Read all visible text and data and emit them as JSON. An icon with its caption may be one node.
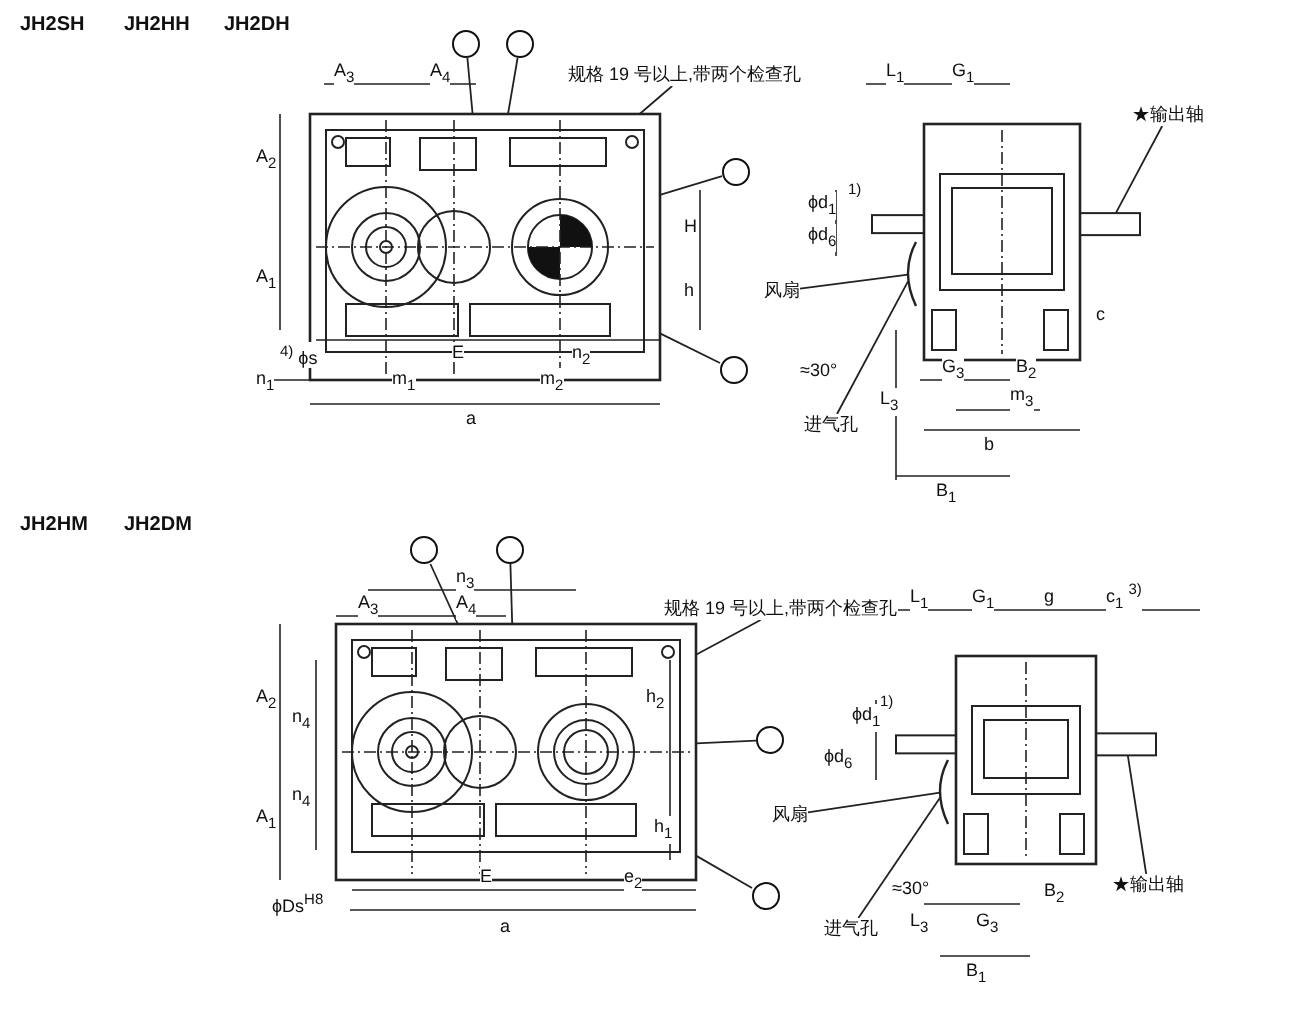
{
  "diagram": {
    "nodes": [
      {
        "text": [],
        "shape": "circle"
      },
      {
        "text": [],
        "shape": "circle"
      },
      {
        "text": [
          "规格 19 号以上,带两个检查孔"
        ]
      },
      {
        "text": [],
        "shape": "circle"
      },
      {
        "text": [],
        "shape": "circle"
      },
      {
        "text": [
          "★输出轴"
        ]
      },
      {
        "text": [
          "风扇"
        ]
      },
      {
        "text": [
          "进气孔"
        ]
      },
      {
        "text": [],
        "shape": "circle"
      },
      {
        "text": [],
        "shape": "circle"
      },
      {
        "text": [
          "规格 19 号以上,带两个检查孔"
        ]
      },
      {
        "text": [],
        "shape": "circle"
      },
      {
        "text": [],
        "shape": "circle"
      },
      {
        "text": [
          "风扇"
        ]
      },
      {
        "text": [
          "进气孔"
        ]
      },
      {
        "text": [
          "★输出轴"
        ]
      },
      {
        "text": [],
        "shape": "box"
      },
      {
        "text": [],
        "shape": "bar"
      },
      {
        "text": [],
        "shape": "picture"
      },
      {
        "text": [],
        "shape": "box"
      },
      {
        "text": [],
        "shape": "bar"
      },
      {
        "text": [],
        "shape": "picture"
      }
    ],
    "edges": [
      {
        "from": 0,
        "to": 16,
        "arrow": "none"
      },
      {
        "from": 1,
        "to": 16,
        "arrow": "none"
      },
      {
        "from": 2,
        "to": 16,
        "arrow": "none"
      },
      {
        "from": 3,
        "to": 16,
        "arrow": "none"
      },
      {
        "from": 4,
        "to": 16,
        "arrow": "none"
      },
      {
        "from": 5,
        "to": 17,
        "arrow": "none"
      },
      {
        "from": 6,
        "to": 18,
        "arrow": "none"
      },
      {
        "from": 7,
        "to": 18,
        "arrow": "none"
      },
      {
        "from": 8,
        "to": 19,
        "arrow": "none"
      },
      {
        "from": 9,
        "to": 19,
        "arrow": "none"
      },
      {
        "from": 10,
        "to": 19,
        "arrow": "none"
      },
      {
        "from": 11,
        "to": 19,
        "arrow": "none"
      },
      {
        "from": 12,
        "to": 19,
        "arrow": "none"
      },
      {
        "from": 13,
        "to": 21,
        "arrow": "none"
      },
      {
        "from": 14,
        "to": 21,
        "arrow": "none"
      },
      {
        "from": 15,
        "to": 20,
        "arrow": "none"
      }
    ],
    "labels": [
      "JH2SH",
      "JH2HH",
      "JH2DH",
      "A$_{3}$",
      "A$_{4}$",
      "A$_{2}$",
      "A$_{1}$",
      "H",
      "h",
      "$^{4)}$ ϕs",
      "E",
      "n$_{2}$",
      "n$_{1}$",
      "m$_{1}$",
      "m$_{2}$",
      "a",
      "L$_{1}$",
      "G$_{1}$",
      "ϕd$_{1}$",
      "$^{1)}$",
      "ϕd$_{6}$",
      "c",
      "≈30°",
      "B$_{2}$",
      "L$_{3}$",
      "G$_{3}$",
      "m$_{3}$",
      "b",
      "B$_{1}$",
      "JH2HM",
      "JH2DM",
      "n$_{3}$",
      "A$_{3}$",
      "A$_{4}$",
      "A$_{2}$",
      "n$_{4}$",
      "n$_{4}$",
      "A$_{1}$",
      "h$_{2}$",
      "h$_{1}$",
      "ϕDs$^{H8}$",
      "E",
      "e$_{2}$",
      "a",
      "L$_{1}$",
      "G$_{1}$",
      "g",
      "c$_{1}$ $^{3)}$",
      "ϕd$_{1}$",
      "$^{1)}$",
      "ϕd$_{6}$",
      "≈30°",
      "B$_{2}$",
      "L$_{3}$",
      "G$_{3}$",
      "B$_{1}$"
    ]
  }
}
